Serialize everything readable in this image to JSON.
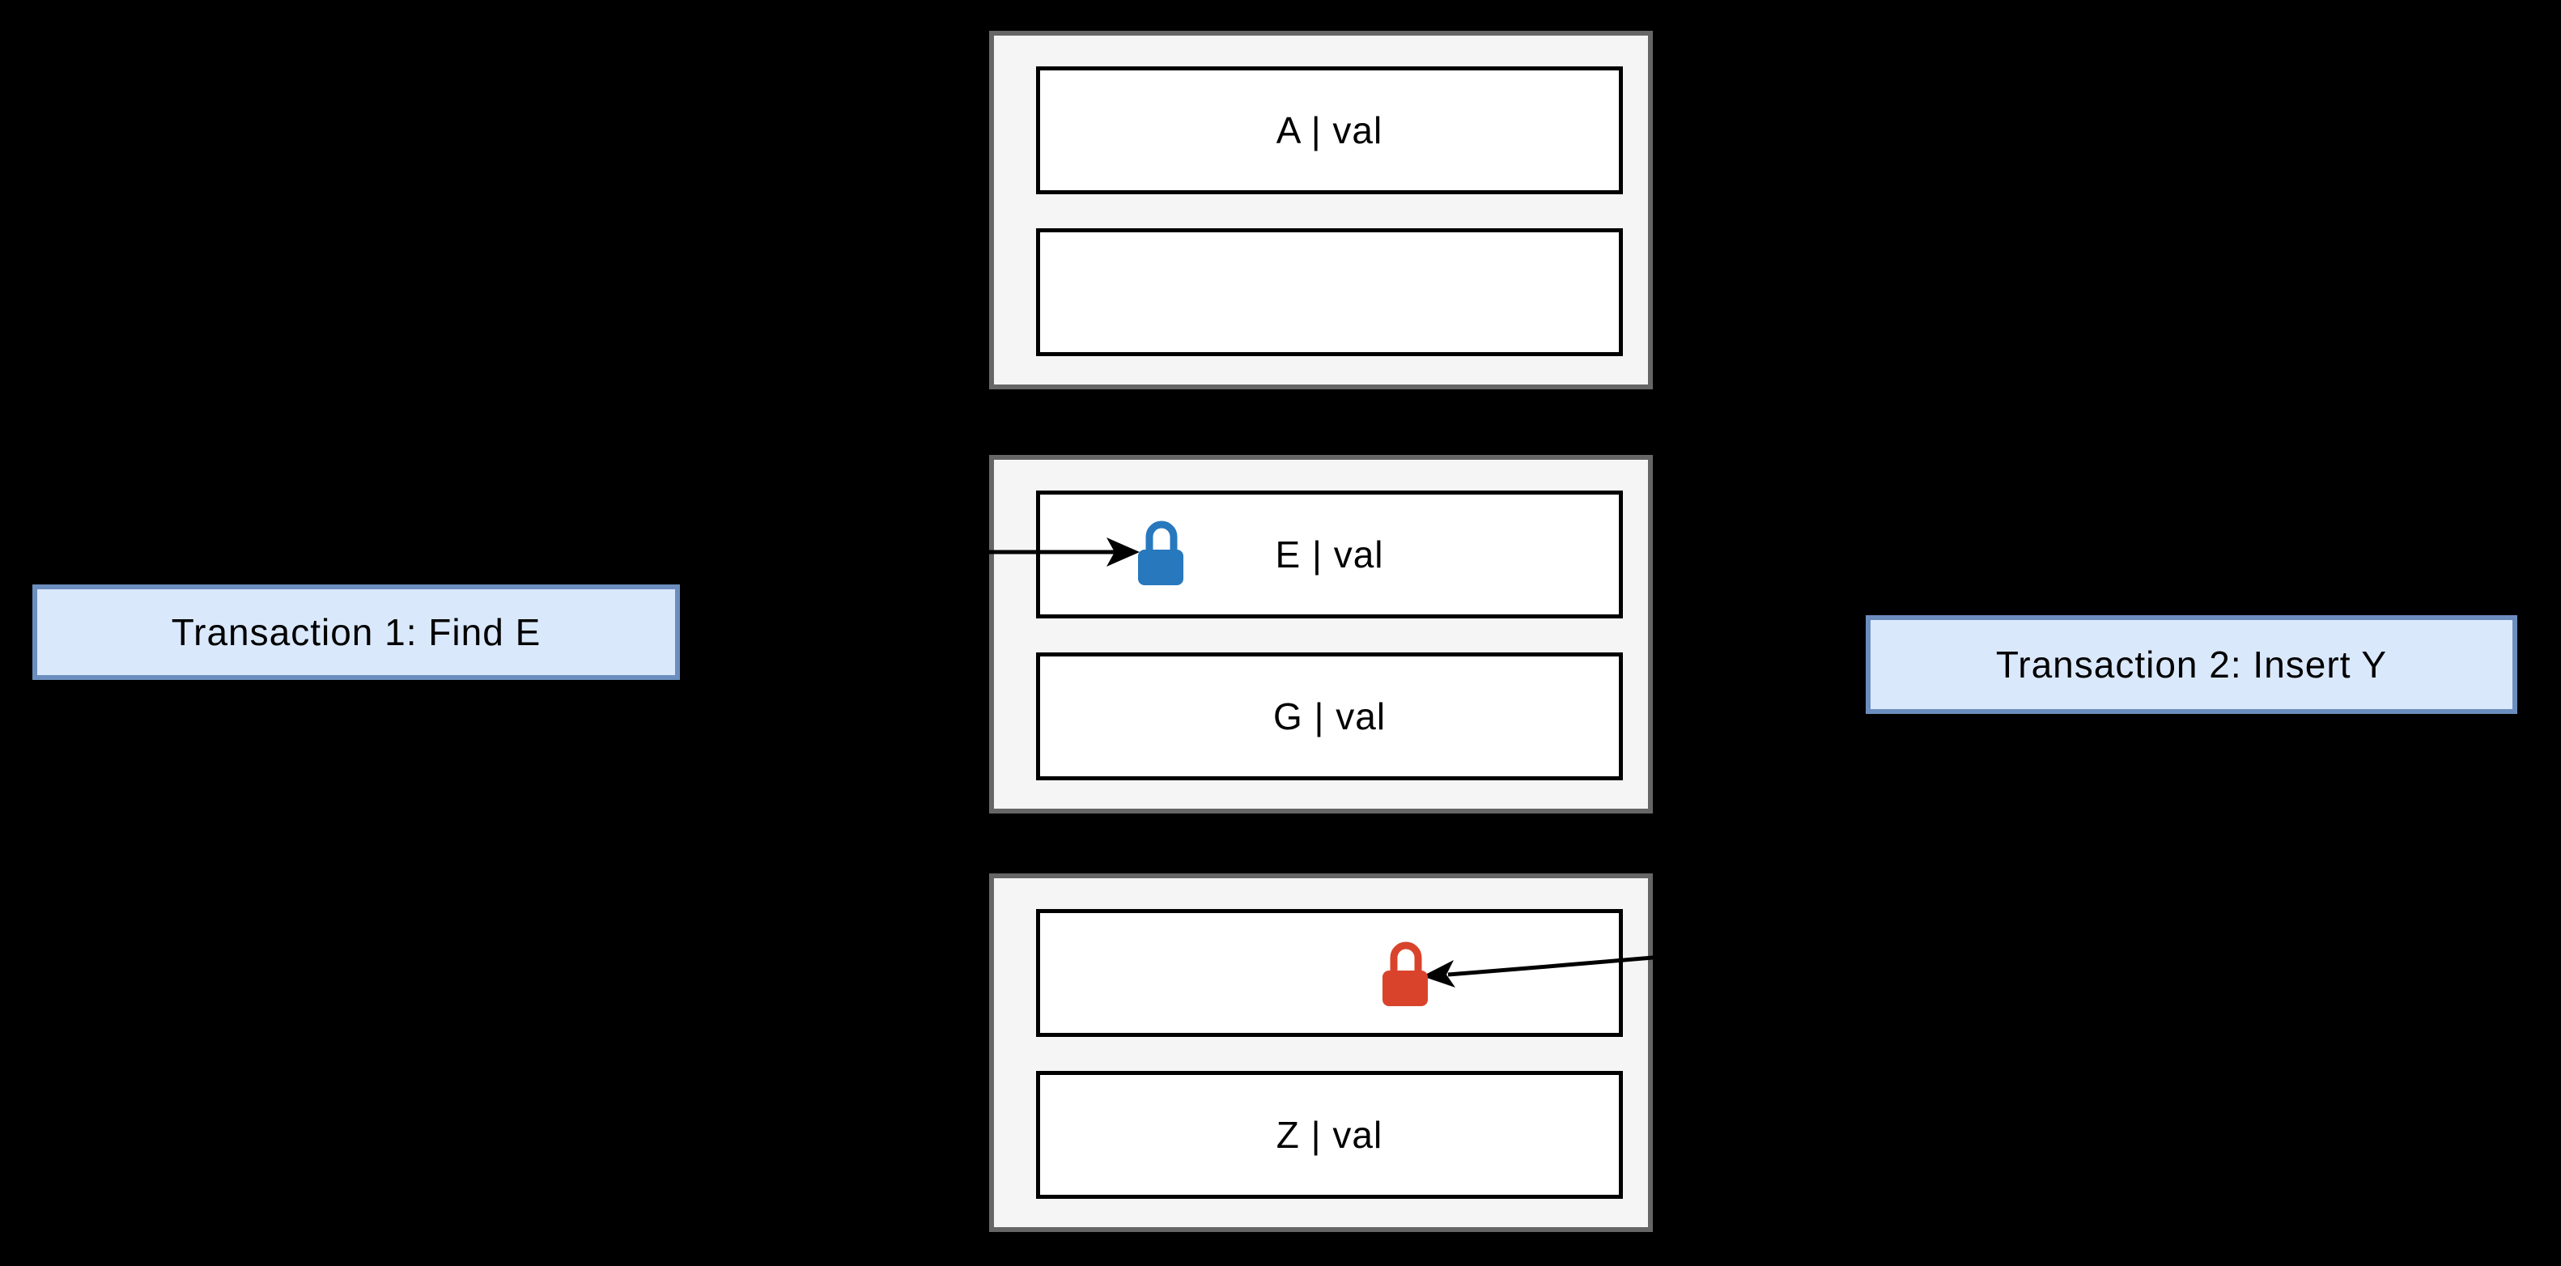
{
  "diagram": {
    "background_color": "#000000",
    "nodes": [
      {
        "name": "node-top",
        "rows": [
          {
            "label": "A | val"
          },
          {
            "label": ""
          }
        ]
      },
      {
        "name": "node-middle",
        "rows": [
          {
            "label": "E | val",
            "lock": "shared-lock"
          },
          {
            "label": "G | val"
          }
        ]
      },
      {
        "name": "node-bottom",
        "rows": [
          {
            "label": "",
            "lock": "exclusive-lock"
          },
          {
            "label": "Z | val"
          }
        ]
      }
    ],
    "transactions": [
      {
        "label": "Transaction 1: Find E"
      },
      {
        "label": "Transaction 2: Insert Y"
      }
    ],
    "locks": {
      "shared": {
        "icon": "lock-icon",
        "color": "#2878BE"
      },
      "exclusive": {
        "icon": "lock-icon",
        "color": "#D9432B"
      }
    },
    "colors": {
      "node_fill": "#F5F5F5",
      "node_border": "#666666",
      "row_fill": "#FFFFFF",
      "row_border": "#000000",
      "transaction_fill": "#DAE8FC",
      "transaction_border": "#6C8EBF",
      "arrow": "#000000"
    }
  }
}
